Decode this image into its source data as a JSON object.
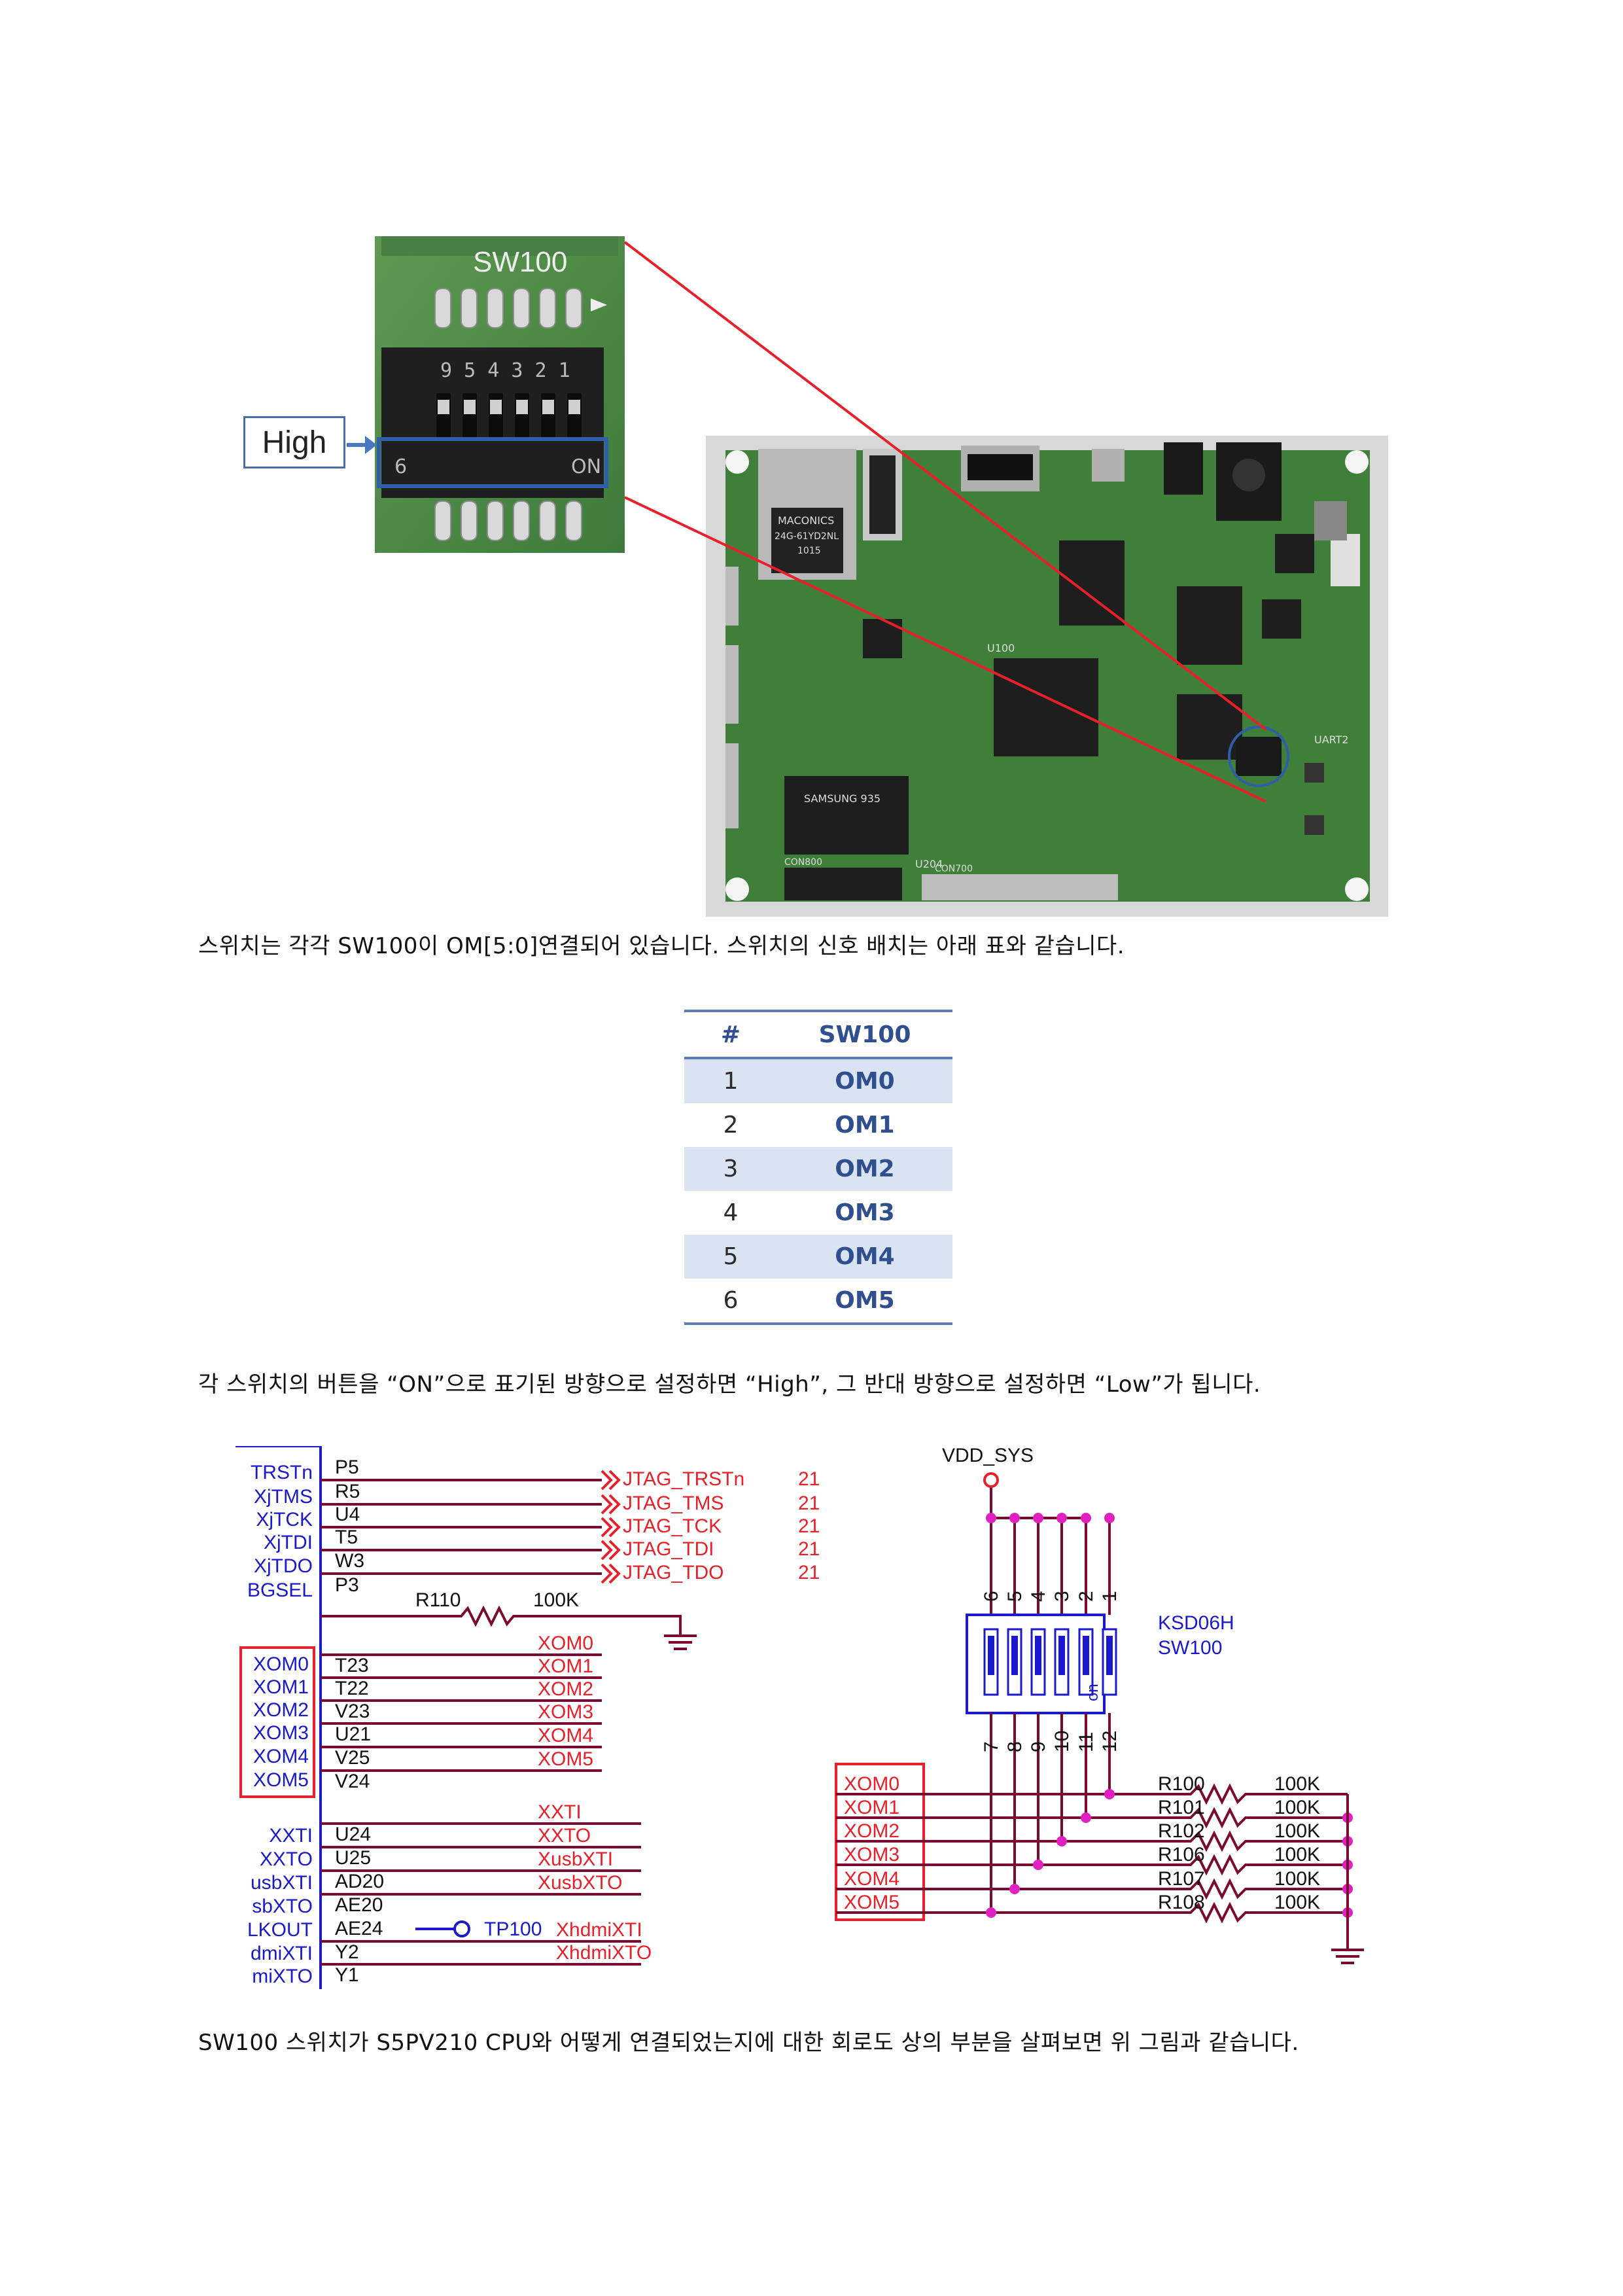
{
  "photo": {
    "zoom_switch_label": "SW100",
    "zoom_high_label": "High",
    "zoom_on_label": "ON",
    "zoom_six_label": "6",
    "callout_label": "High",
    "board_labels": {
      "maconics_line1": "MACONICS",
      "maconics_line2": "24G-61YD2NL",
      "maconics_line3": "1015",
      "samsung": "SAMSUNG 935",
      "uart": "UART2",
      "con800": "CON800",
      "con700": "CON700",
      "u204": "U204",
      "u100": "U100"
    }
  },
  "text": {
    "para1": "스위치는 각각 SW100이 OM[5:0]연결되어 있습니다.  스위치의 신호 배치는 아래 표와 같습니다.",
    "para2": "각 스위치의 버튼을 “ON”으로 표기된 방향으로 설정하면 “High”, 그 반대 방향으로 설정하면 “Low”가 됩니다.",
    "para3": "SW100 스위치가 S5PV210 CPU와 어떻게 연결되었는지에 대한 회로도 상의 부분을 살펴보면 위 그림과 같습니다."
  },
  "table": {
    "headers": [
      "#",
      "SW100"
    ],
    "rows": [
      [
        "1",
        "OM0"
      ],
      [
        "2",
        "OM1"
      ],
      [
        "3",
        "OM2"
      ],
      [
        "4",
        "OM3"
      ],
      [
        "5",
        "OM4"
      ],
      [
        "6",
        "OM5"
      ]
    ]
  },
  "schematic_left": {
    "cpu_pins": [
      "TRSTn",
      "XjTMS",
      "XjTCK",
      "XjTDI",
      "XjTDO",
      "BGSEL"
    ],
    "cpu_om_pins": [
      "XOM0",
      "XOM1",
      "XOM2",
      "XOM3",
      "XOM4",
      "XOM5"
    ],
    "cpu_clk_pins": [
      "XXTI",
      "XXTO",
      "usbXTI",
      "sbXTO",
      "LKOUT",
      "dmiXTI",
      "miXTO"
    ],
    "ball_top": [
      "P5",
      "R5",
      "U4",
      "T5",
      "W3",
      "P3"
    ],
    "ball_om": [
      "T23",
      "T22",
      "V23",
      "U21",
      "V25",
      "V24"
    ],
    "ball_clk": [
      "U24",
      "U25",
      "AD20",
      "AE20",
      "AE24",
      "Y2",
      "Y1"
    ],
    "jtag_nets": [
      "JTAG_TRSTn",
      "JTAG_TMS",
      "JTAG_TCK",
      "JTAG_TDI",
      "JTAG_TDO"
    ],
    "jtag_page": "21",
    "resistor_name": "R110",
    "resistor_value": "100K",
    "om_nets": [
      "XOM0",
      "XOM1",
      "XOM2",
      "XOM3",
      "XOM4",
      "XOM5"
    ],
    "clk_nets": [
      "XXTI",
      "XXTO",
      "XusbXTI",
      "XusbXTO",
      "",
      "XhdmiXTI",
      "XhdmiXTO"
    ],
    "tp_label": "TP100"
  },
  "schematic_right": {
    "vdd_label": "VDD_SYS",
    "top_pins": [
      "6",
      "5",
      "4",
      "3",
      "2",
      "1"
    ],
    "bottom_pins": [
      "7",
      "8",
      "9",
      "10",
      "11",
      "12"
    ],
    "switch_part": "KSD06H",
    "switch_name": "SW100",
    "switch_on": "on",
    "om_nets": [
      "XOM0",
      "XOM1",
      "XOM2",
      "XOM3",
      "XOM4",
      "XOM5"
    ],
    "resistors": [
      "R100",
      "R101",
      "R102",
      "R106",
      "R107",
      "R108"
    ],
    "resistor_value": "100K"
  },
  "colors": {
    "net_red": "#e8202a",
    "wire_maroon": "#7a0a2e",
    "junction_magenta": "#e020c0",
    "cpu_blue": "#1a1acc",
    "table_blue": "#2f4f8f",
    "table_shade": "#d9e3f1",
    "pcb_green": "#3f7f3a"
  }
}
